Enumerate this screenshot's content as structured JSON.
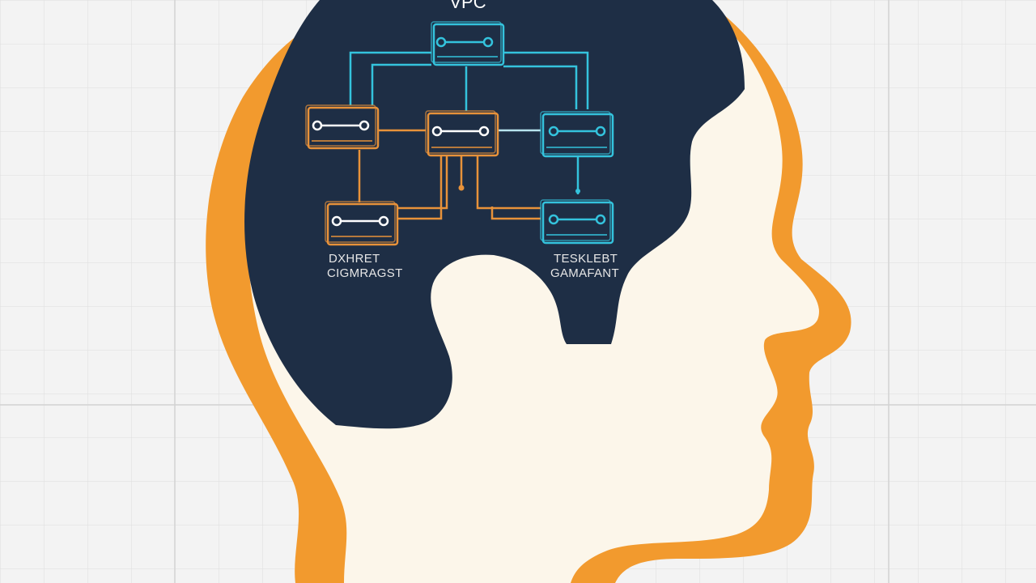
{
  "diagram": {
    "title": "VPC",
    "labels": {
      "left_line1": "DXHRET",
      "left_line2": "CIGMRAGST",
      "right_line1": "TESKLEBT",
      "right_line2": "GAMAFANT"
    }
  },
  "colors": {
    "background": "#f3f3f3",
    "grid": "#dcdcdc",
    "head_outline": "#f29a2e",
    "brain_fill": "#1e2e45",
    "face_fill": "#fcf6ea",
    "orange_link": "#e8923a",
    "cyan_link": "#34c3dd",
    "label_text": "#e6e6e6"
  },
  "icons": {
    "node": "network-switch-icon"
  }
}
